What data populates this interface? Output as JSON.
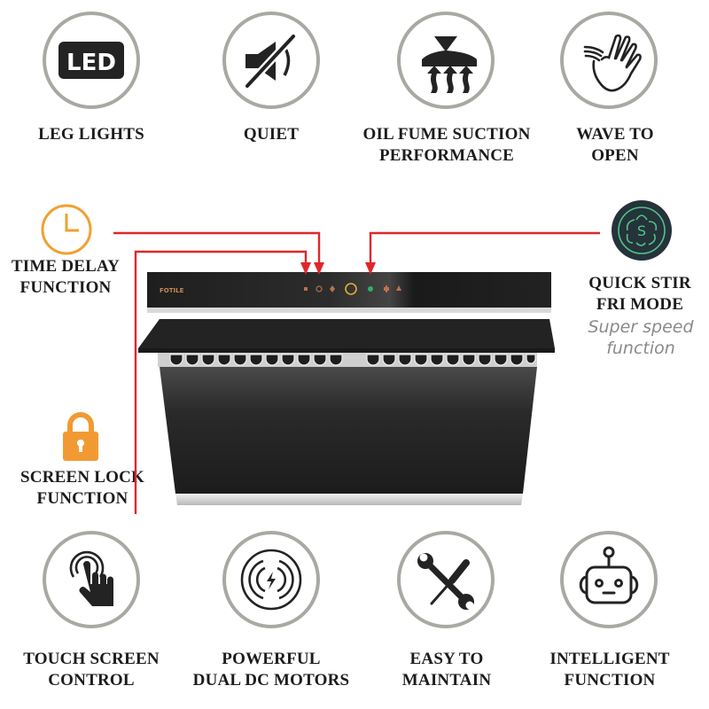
{
  "top_features": [
    {
      "id": "leg-lights",
      "label_line1": "LEG LIGHTS",
      "label_line2": "",
      "icon": "led-icon",
      "icon_text": "LED"
    },
    {
      "id": "quiet",
      "label_line1": "QUIET",
      "label_line2": "",
      "icon": "mute-speaker-icon"
    },
    {
      "id": "oil-fume",
      "label_line1": "OIL FUME SUCTION",
      "label_line2": "PERFORMANCE",
      "icon": "hood-suction-icon"
    },
    {
      "id": "wave-to-open",
      "label_line1": "WAVE TO",
      "label_line2": "OPEN",
      "icon": "waving-hand-icon"
    }
  ],
  "callouts": {
    "time_delay": {
      "label_line1": "TIME DELAY",
      "label_line2": "FUNCTION",
      "icon": "clock-icon",
      "color": "#f0a030"
    },
    "screen_lock": {
      "label_line1": "SCREEN LOCK",
      "label_line2": "FUNCTION",
      "icon": "padlock-icon",
      "color": "#f19a33"
    },
    "quick_stir": {
      "label_line1": "QUICK STIR",
      "label_line2": "FRI MODE",
      "sub_line1": "Super speed",
      "sub_line2": "function",
      "icon": "quick-stir-s-icon",
      "icon_bg": "#25333a",
      "icon_fg": "#4fc48a"
    }
  },
  "product": {
    "brand": "FOTILE",
    "control_panel_indicators": [
      "lock",
      "timer",
      "light",
      "power-ring",
      "quick-stir",
      "plus",
      "fan"
    ],
    "arrow_color": "#e0262b"
  },
  "bottom_features": [
    {
      "id": "touch-screen",
      "label_line1": "TOUCH SCREEN",
      "label_line2": "CONTROL",
      "icon": "touch-finger-icon"
    },
    {
      "id": "dual-dc-motors",
      "label_line1": "POWERFUL",
      "label_line2": "DUAL DC MOTORS",
      "icon": "motor-bolt-icon"
    },
    {
      "id": "easy-maintain",
      "label_line1": "EASY TO",
      "label_line2": "MAINTAIN",
      "icon": "wrench-screwdriver-icon"
    },
    {
      "id": "intelligent",
      "label_line1": "INTELLIGENT",
      "label_line2": "FUNCTION",
      "icon": "robot-icon"
    }
  ]
}
